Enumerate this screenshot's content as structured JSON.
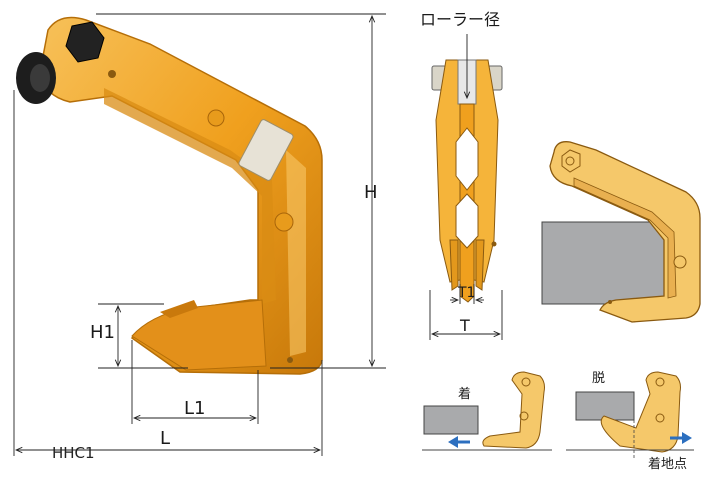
{
  "labels": {
    "height": "H",
    "hook_height": "H1",
    "hook_length": "L1",
    "length": "L",
    "roller_diameter": "ローラー径",
    "thickness_inner": "T1",
    "thickness": "T",
    "attach": "着",
    "detach": "脱",
    "contact_point": "着地点",
    "model": "HHC1"
  },
  "colors": {
    "body": "#f0a01e",
    "body_dark": "#c7780a",
    "body_light": "#f7c15a",
    "line_art_fill": "#f5c86a",
    "line_art_stroke": "#8a5a10",
    "steel": "#a9aaac",
    "arrow_blue": "#2c6fbf",
    "dim_line": "#222222"
  },
  "icons": [
    "hex-nut-icon",
    "roller-icon",
    "arrow-left-icon",
    "arrow-right-icon"
  ]
}
